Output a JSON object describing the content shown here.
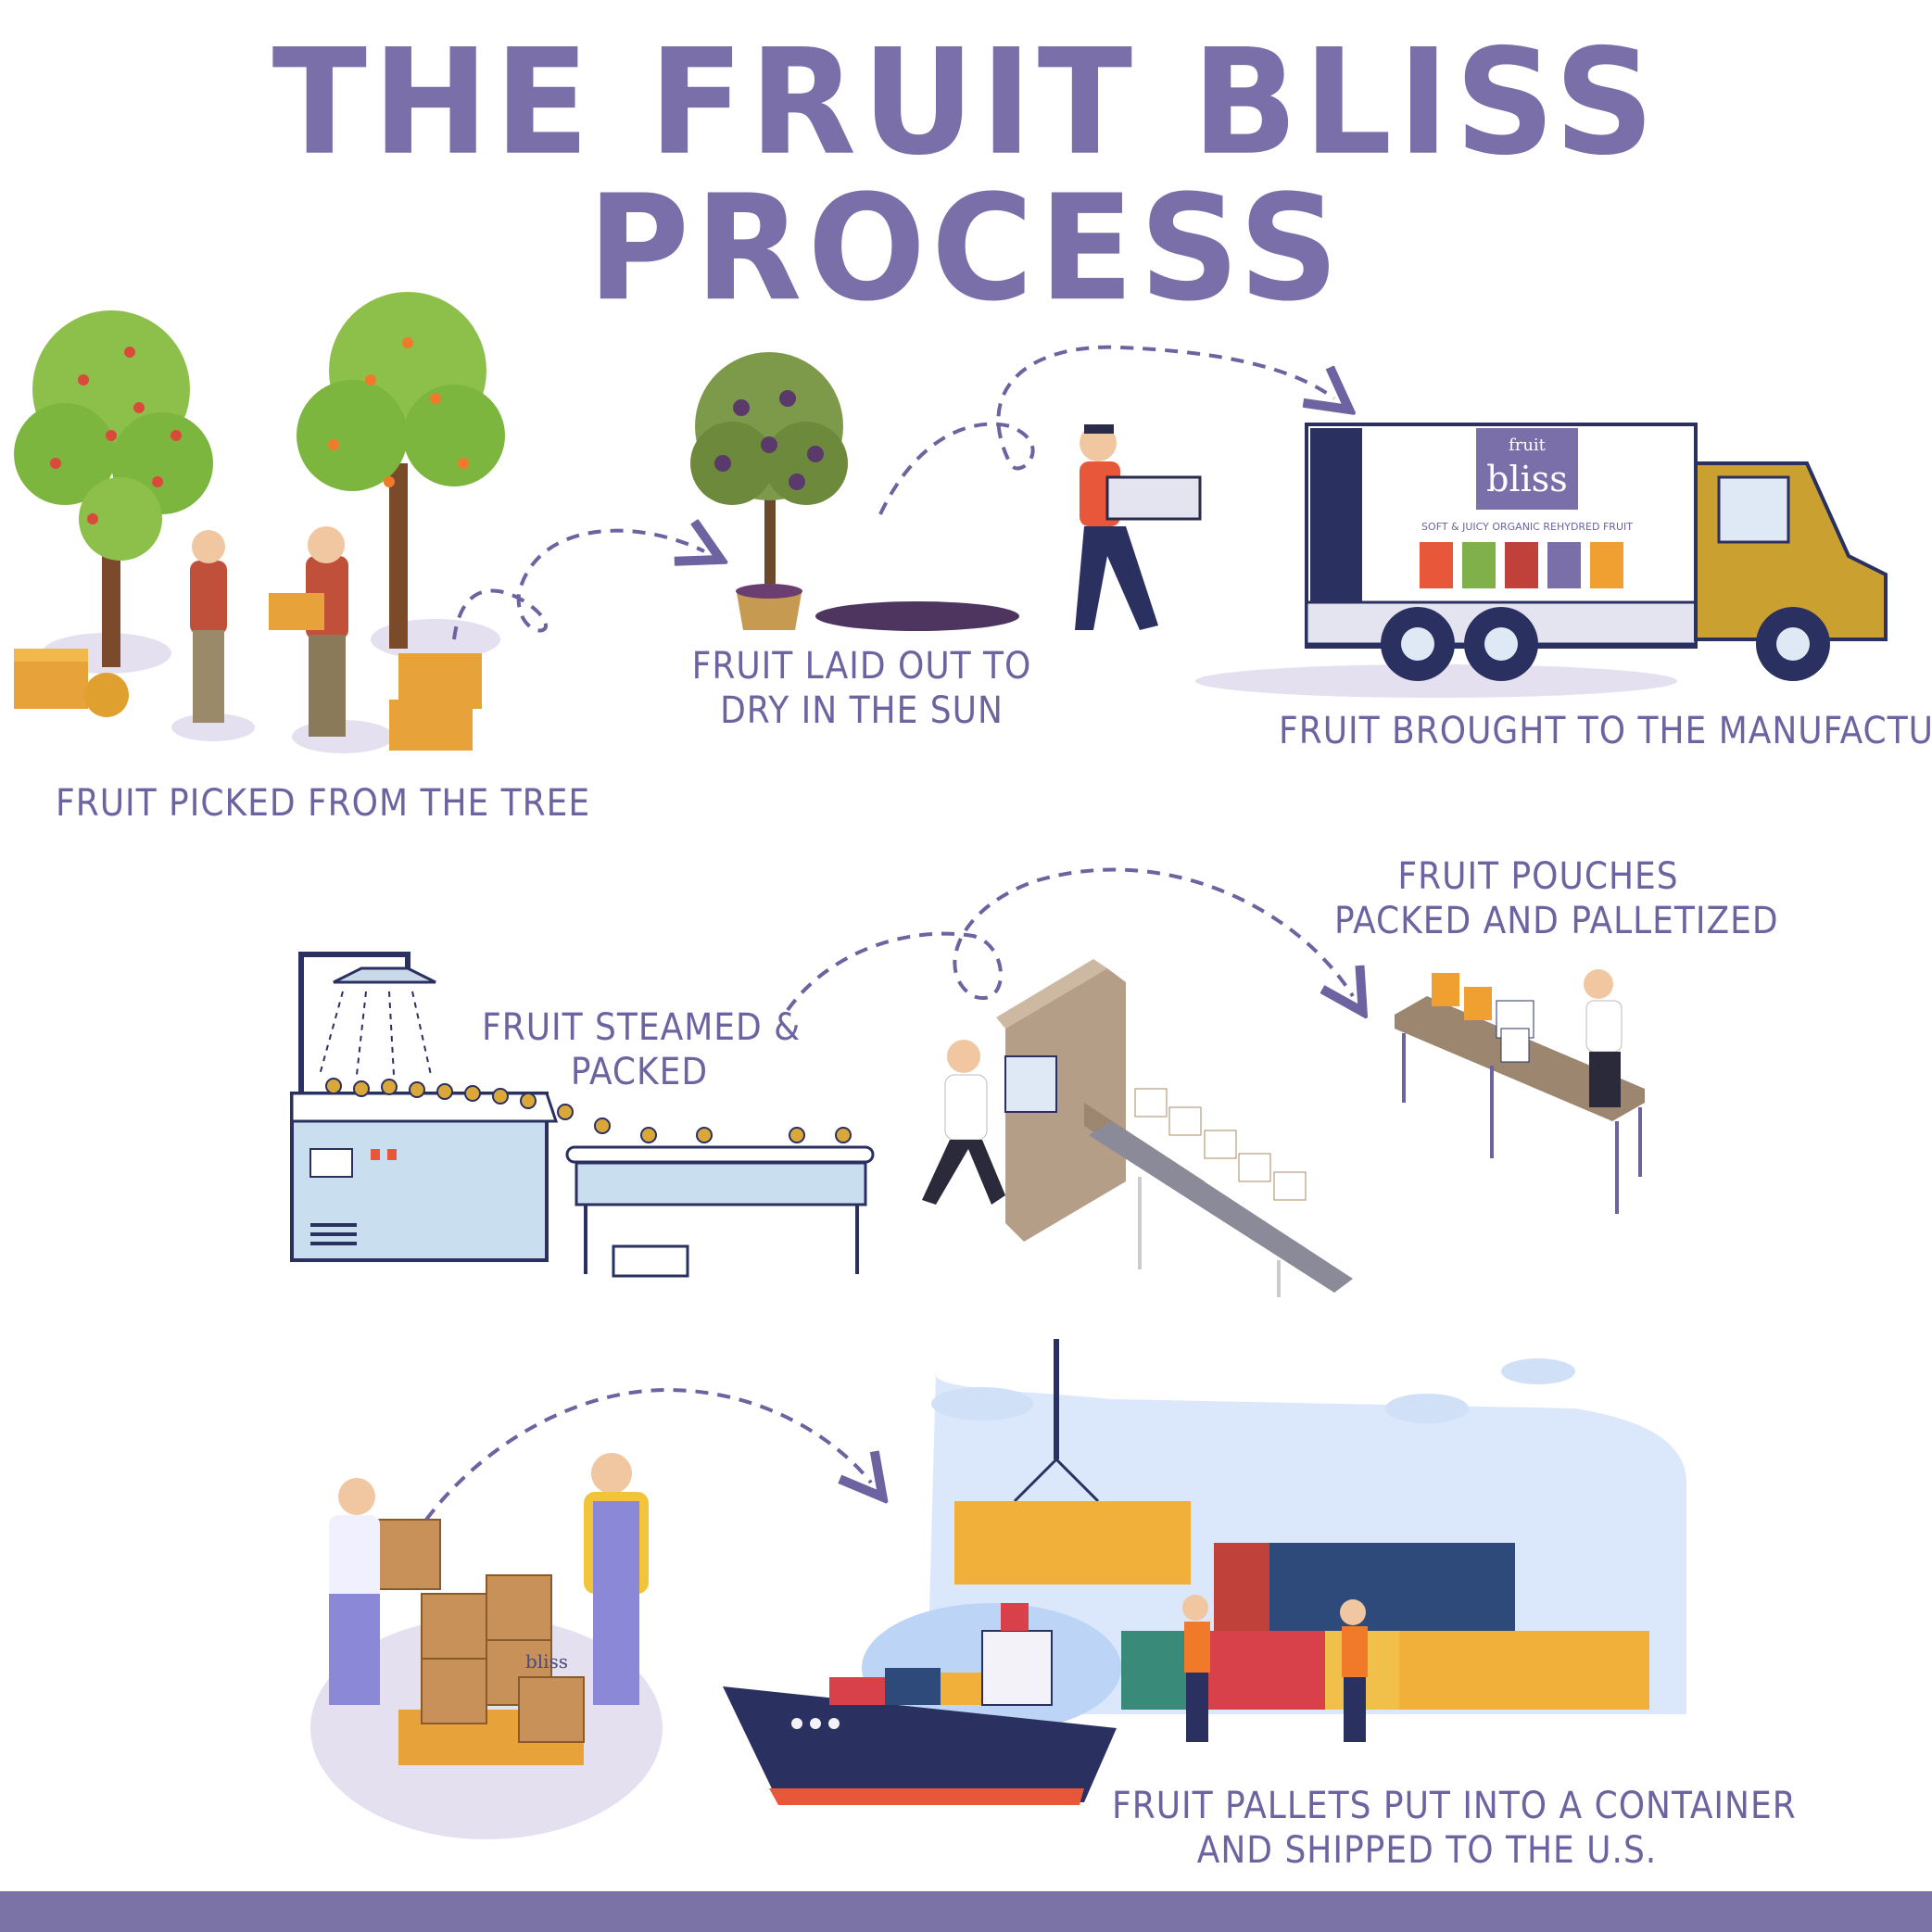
{
  "title": "THE FRUIT BLISS PROCESS",
  "steps": [
    {
      "lines": [
        "FRUIT PICKED FROM THE TREE"
      ]
    },
    {
      "lines": [
        "FRUIT LAID OUT TO",
        "DRY IN THE SUN"
      ]
    },
    {
      "lines": [
        "FRUIT BROUGHT TO THE MANUFACTURER"
      ]
    },
    {
      "lines": [
        "FRUIT STEAMED &",
        "PACKED"
      ]
    },
    {
      "lines": [
        "FRUIT POUCHES",
        "PACKED AND PALLETIZED"
      ]
    },
    {
      "lines": [
        "FRUIT PALLETS PUT INTO A CONTAINER",
        "AND SHIPPED TO THE U.S."
      ]
    }
  ],
  "truck": {
    "brand_top": "fruit",
    "brand": "bliss",
    "tagline": "SOFT & JUICY ORGANIC REHYDRED FRUIT"
  },
  "box_brand": "bliss",
  "colors": {
    "brand_purple": "#7a6fa8",
    "text_purple": "#6d63a0",
    "footer": "#7b72a6"
  }
}
